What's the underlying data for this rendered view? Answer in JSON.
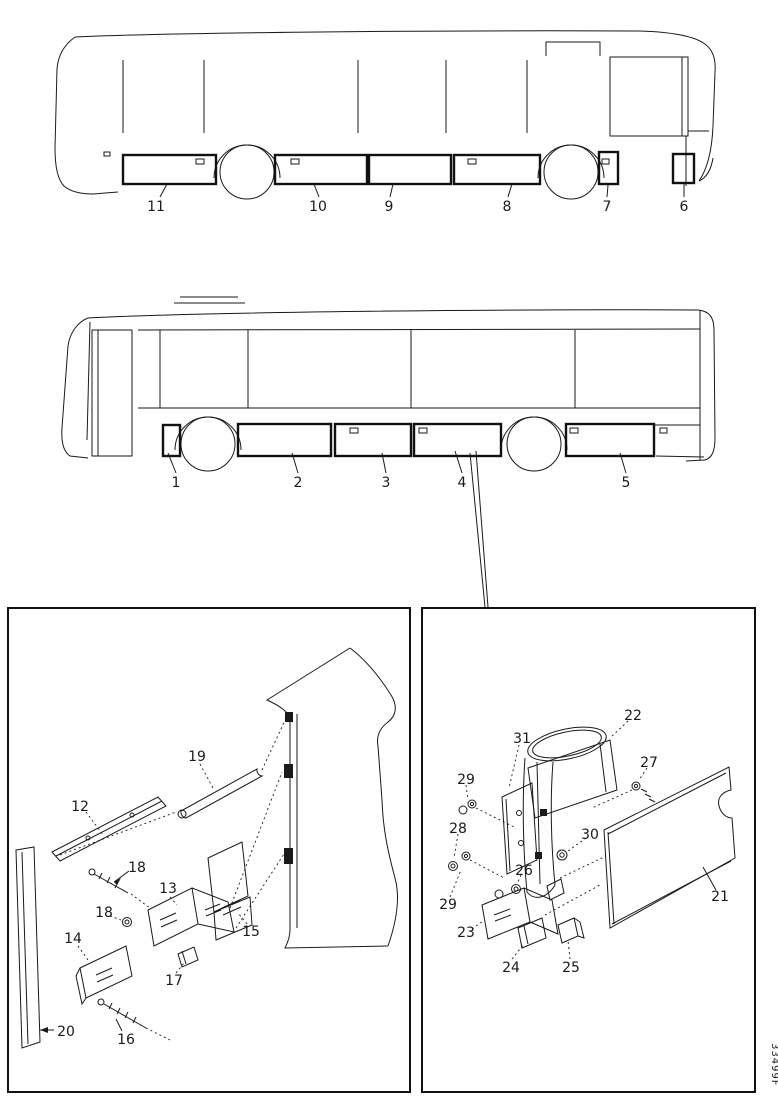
{
  "figure": {
    "code": "33499F",
    "line_color": "#1a1a1a",
    "background_color": "#ffffff"
  },
  "top_view": {
    "name": "bus right-side elevation with skirt panels",
    "callouts": [
      {
        "label": "11"
      },
      {
        "label": "10"
      },
      {
        "label": "9"
      },
      {
        "label": "8"
      },
      {
        "label": "7"
      },
      {
        "label": "6"
      }
    ]
  },
  "middle_view": {
    "name": "bus left-side elevation with skirt panels",
    "callouts": [
      {
        "label": "1"
      },
      {
        "label": "2"
      },
      {
        "label": "3"
      },
      {
        "label": "4"
      },
      {
        "label": "5"
      }
    ]
  },
  "detail_left": {
    "name": "skirt panel mounting exploded view",
    "callouts": [
      {
        "label": "12"
      },
      {
        "label": "19"
      },
      {
        "label": "18"
      },
      {
        "label": "13"
      },
      {
        "label": "18"
      },
      {
        "label": "14"
      },
      {
        "label": "15"
      },
      {
        "label": "17"
      },
      {
        "label": "20"
      },
      {
        "label": "16"
      }
    ]
  },
  "detail_right": {
    "name": "filler housing and panel exploded view",
    "callouts": [
      {
        "label": "22"
      },
      {
        "label": "31"
      },
      {
        "label": "29"
      },
      {
        "label": "27"
      },
      {
        "label": "28"
      },
      {
        "label": "30"
      },
      {
        "label": "26"
      },
      {
        "label": "29"
      },
      {
        "label": "23"
      },
      {
        "label": "24"
      },
      {
        "label": "25"
      },
      {
        "label": "21"
      }
    ]
  }
}
